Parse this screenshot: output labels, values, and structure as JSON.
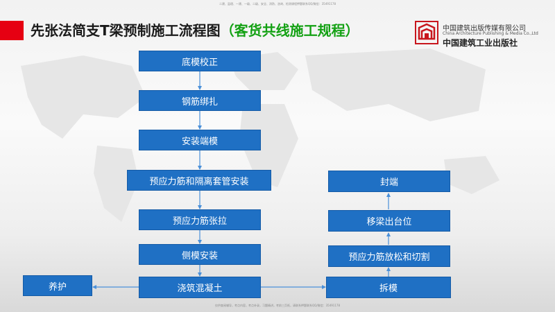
{
  "header": {
    "title_main": "先张法简支T梁预制施工流程图",
    "title_sub": "（客货共线施工规程）",
    "top_note": "二建、监理、一建、一级、二级、安全、消防、咨询、检测课程押题联系QQ/微信：35491178",
    "bottom_note": "仅供查阅辅导，考点内容，考点补录，习题精讲，考前三页纸，请联系押题联系QQ/微信：35491178"
  },
  "publisher": {
    "name_cn": "中国建筑出版传媒有限公司",
    "name_en": "China Architecture Publishing & Media Co.,Ltd",
    "calligraphy": "中国建筑工业出版社",
    "brand_color": "#c8161d"
  },
  "flow": {
    "main_steps": [
      "底模校正",
      "钢筋绑扎",
      "安装端模",
      "预应力筋和隔离套管安装",
      "预应力筋张拉",
      "侧模安装",
      "浇筑混凝土"
    ],
    "left_branch": "养护",
    "right_steps": [
      "拆模",
      "预应力筋放松和切割",
      "移梁出台位",
      "封端"
    ]
  },
  "colors": {
    "box_fill": "#1f70c4",
    "box_border": "#135aa6",
    "arrow": "#4a90d9",
    "title_accent": "#e60012",
    "subtitle": "#14a114"
  }
}
